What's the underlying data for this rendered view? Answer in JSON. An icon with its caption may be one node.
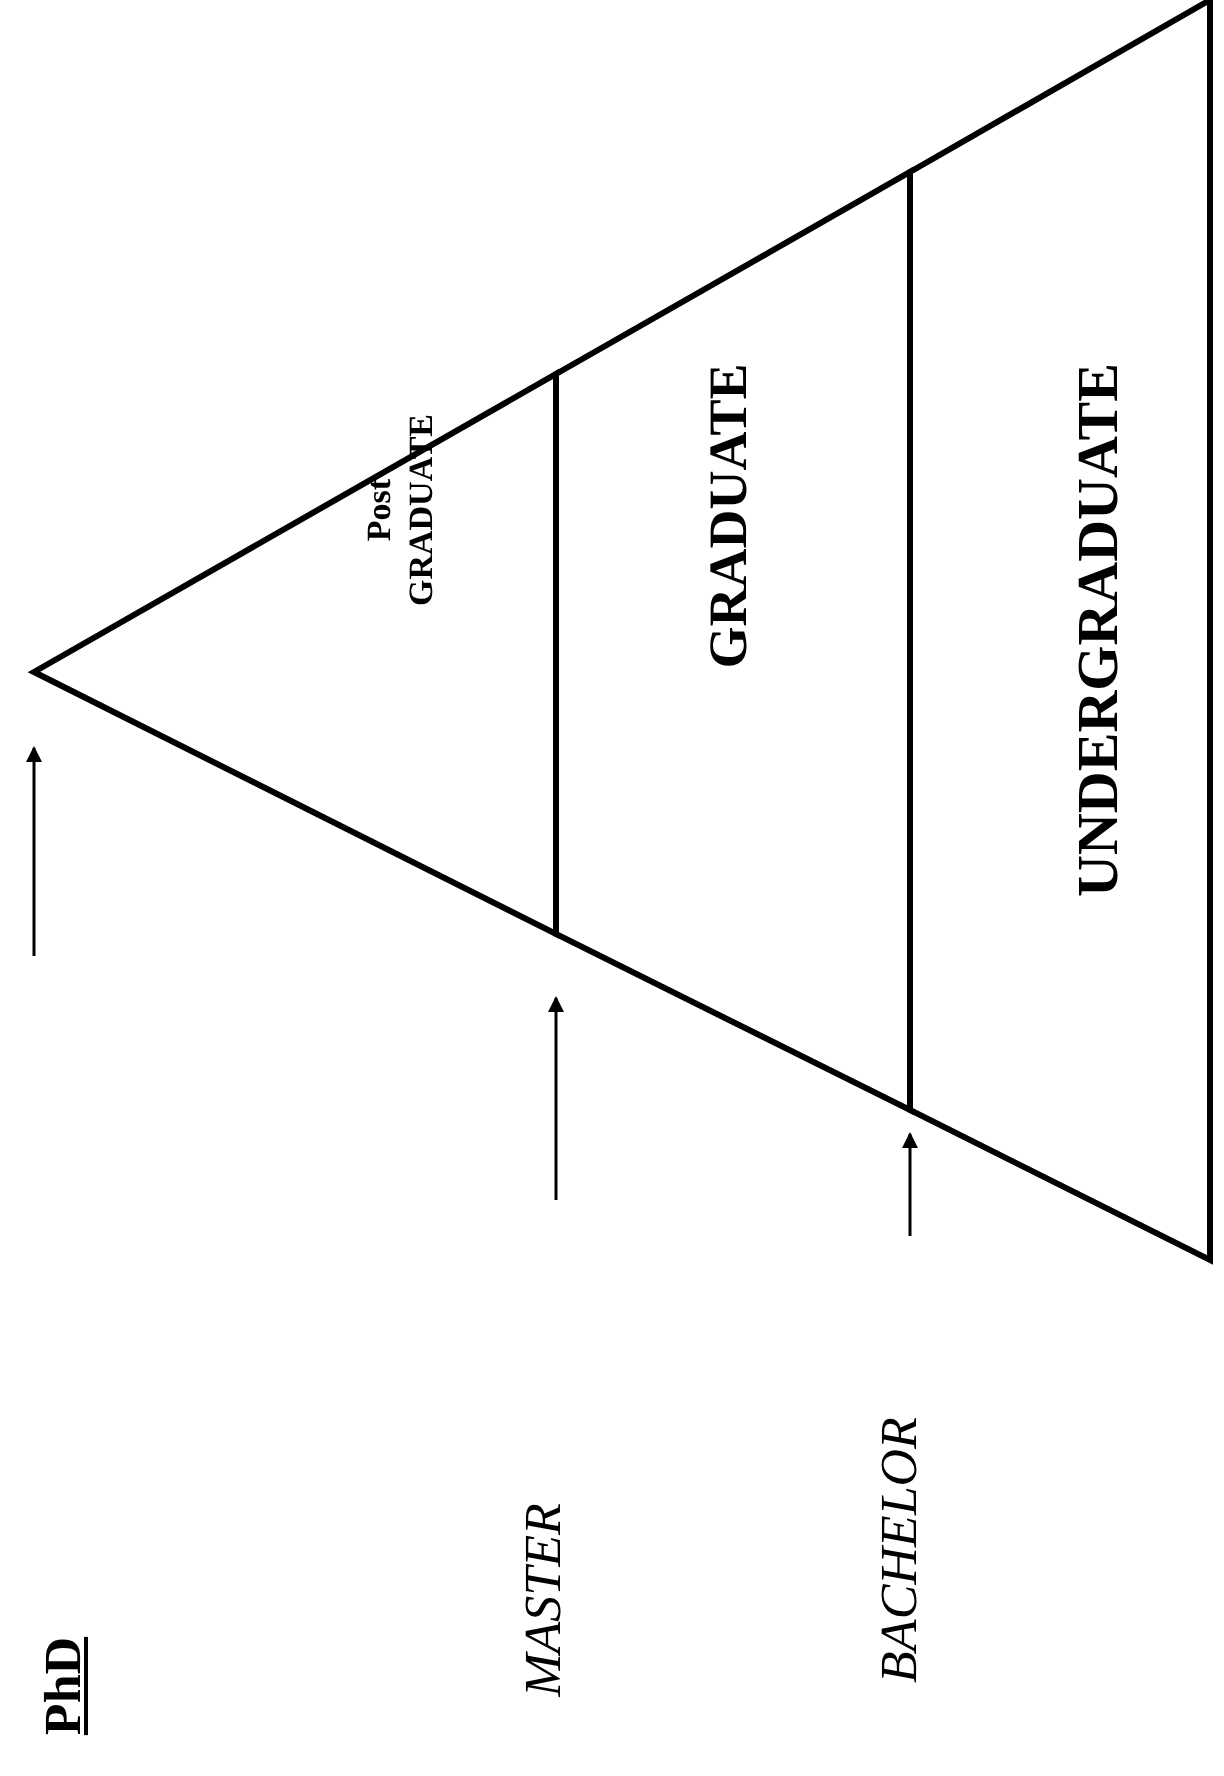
{
  "diagram": {
    "nodes": [
      {
        "text": [
          "Post GRADUATE"
        ]
      },
      {
        "text": [
          "GRADUATE"
        ]
      },
      {
        "text": [
          "UNDERGRADUATE"
        ]
      }
    ],
    "edges": [
      {
        "from": null,
        "to": 0,
        "arrow": "to"
      },
      {
        "from": null,
        "to": 1,
        "arrow": "to"
      },
      {
        "from": null,
        "to": 2,
        "arrow": "to"
      }
    ],
    "labels": [
      "PhD",
      "MASTER",
      "BACHELOR"
    ]
  }
}
